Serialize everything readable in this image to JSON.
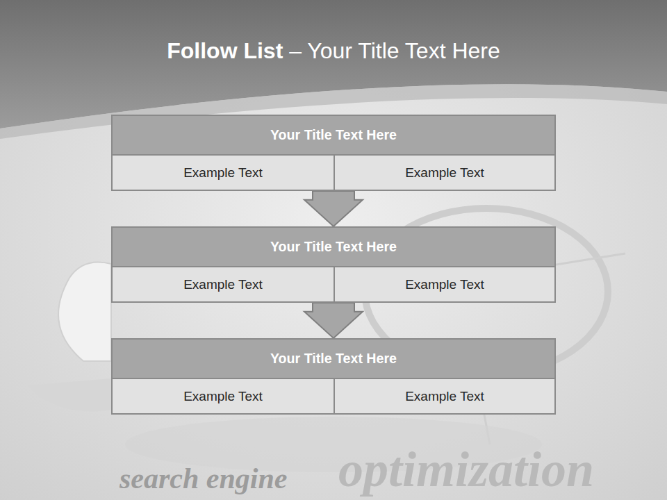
{
  "diagram": {
    "title": "Follow List  – Your Title Text Here",
    "nodes": [
      {
        "text": [
          "Your Title Text Here"
        ]
      },
      {
        "text": [
          "Example Text"
        ],
        "in": 0
      },
      {
        "text": [
          "Example Text"
        ],
        "in": 0
      },
      {
        "text": [
          "Your Title Text Here"
        ]
      },
      {
        "text": [
          "Example Text"
        ],
        "in": 3
      },
      {
        "text": [
          "Example Text"
        ],
        "in": 3
      },
      {
        "text": [
          "Your Title Text Here"
        ]
      },
      {
        "text": [
          "Example Text"
        ],
        "in": 6
      },
      {
        "text": [
          "Example Text"
        ],
        "in": 6
      }
    ],
    "edges": [
      {
        "from": 0,
        "to": 3,
        "arrow": "to"
      },
      {
        "from": 3,
        "to": 6,
        "arrow": "to"
      }
    ],
    "labels": [
      "search engine",
      "optimization"
    ]
  }
}
